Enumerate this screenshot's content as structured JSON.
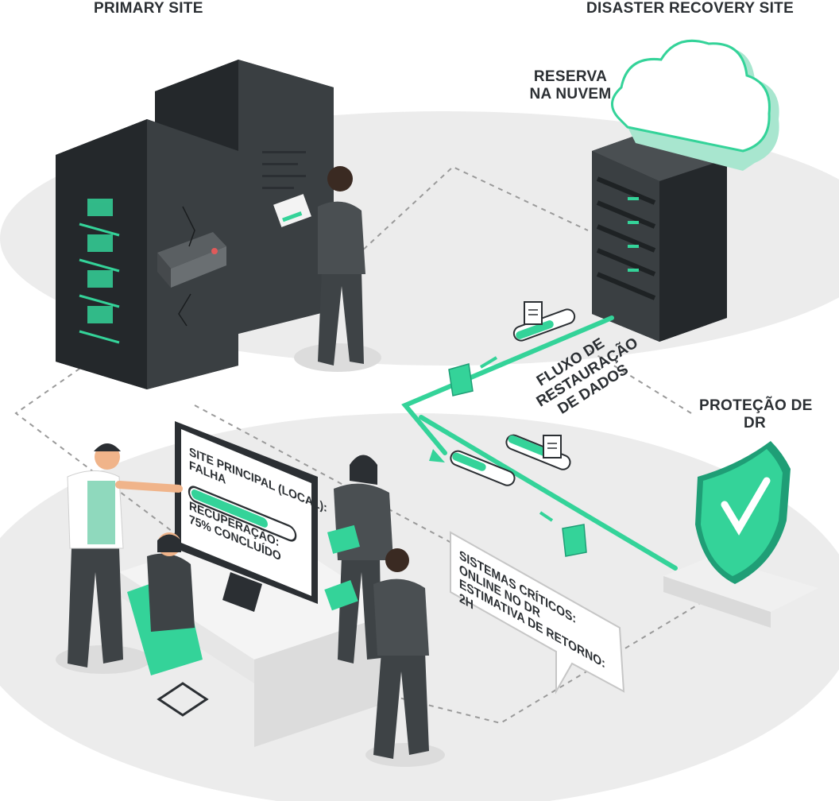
{
  "labels": {
    "primary_site": "PRIMARY SITE",
    "dr_site": "DISASTER RECOVERY SITE",
    "cloud_reserve": [
      "RESERVA",
      "NA NUVEM"
    ],
    "dr_protection": [
      "PROTEÇÃO DE",
      "DR"
    ],
    "restore_flow": [
      "FLUXO DE",
      "RESTAURAÇÃO",
      "DE DADOS"
    ]
  },
  "monitor": {
    "status_lines": [
      "SITE PRINCIPAL (LOCAL):",
      "FALHA"
    ],
    "recovery_lines": [
      "RECUPERAÇÃO:",
      "75% CONCLUÍDO"
    ],
    "recovery_progress": 0.75
  },
  "callout": {
    "lines": [
      "SISTEMAS CRÍTICOS:",
      "ONLINE NO DR",
      "ESTIMATIVA DE RETORNO:",
      "2H"
    ]
  },
  "colors": {
    "accent": "#34d399",
    "accent_dark": "#1f9e76",
    "server_dark": "#3a3f42",
    "server_darker": "#2a2e31",
    "floor": "#ececec",
    "text": "#2b2f33"
  },
  "icons": [
    "cloud-icon",
    "shield-check-icon",
    "document-icon",
    "folder-icon",
    "arrow-icon"
  ]
}
